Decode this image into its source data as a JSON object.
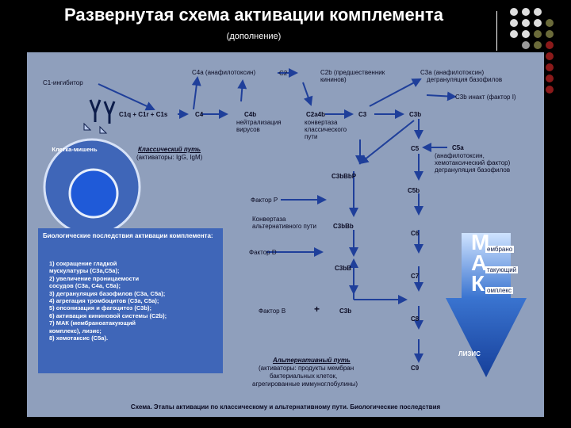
{
  "slide": {
    "title": "Развернутая схема активации комплемента",
    "subtitle": "(дополнение)"
  },
  "diagram": {
    "c1_inhibitor": "С1-ингибитор",
    "c4a": "С4a (анафилотоксин)",
    "c2": "С2",
    "c2b": "С2b (предшественник",
    "c2b_2": "кининов)",
    "c3a": "С3a (анафилотоксин)",
    "c3a_2": "дегрануляция базофилов",
    "c3b_inact": "С3b  инакт (фактор I)",
    "c1": "С1q + C1r + C1s",
    "c4": "С4",
    "c4b": "С4b",
    "c4b_2": "нейтрализация",
    "c4b_3": "вирусов",
    "c2a4b": "С2a4b",
    "c2a4b_2": "конвертаза",
    "c2a4b_3": "классического",
    "c2a4b_4": "пути",
    "c3": "С3",
    "c3b": "С3b",
    "c5": "С5",
    "c5a": "С5a",
    "c5a_2": "(анафилотоксин,",
    "c5a_3": "хемотаксический фактор)",
    "c5a_4": "дегрануляция базофилов",
    "cell": "Клетка-мишень",
    "classical": "Классический путь",
    "classical_2": "(активаторы: IgG, IgM)",
    "c3bbbp": "С3bBbP",
    "c5b": "С5b",
    "factor_p": "Фактор P",
    "convertase": "Конвертаза",
    "convertase_2": "альтернативного пути",
    "c3bbb": "С3bBb",
    "c6": "С6",
    "factor_d": "Фактор D",
    "c3bb": "С3bB",
    "c7": "С7",
    "factor_b": "Фактор B",
    "plus": "+",
    "c3b_alt": "С3b",
    "c8": "С8",
    "alternative": "Альтернативный путь",
    "alternative_2": "(активаторы: продукты мембран",
    "alternative_3": "бактериальных клеток,",
    "alternative_4": "агрегированные иммуноглобулины)",
    "c9": "С9",
    "lysis": "ЛИЗИС",
    "mak": [
      {
        "letter": "М",
        "word": "ембрано"
      },
      {
        "letter": "А",
        "word": "такующий"
      },
      {
        "letter": "К",
        "word": "омплекс"
      }
    ],
    "caption": "Схема. Этапы активации по классическому и альтернативному пути. Биологические последствия"
  },
  "bio_box": {
    "title": "Биологические последствия активации комплемента:",
    "items": "1) сокращение гладкой\n    мускулатуры (С3a,С5a);\n2) увеличение проницаемости\n    сосудов (С3a, С4a, С5a);\n3) дегрануляция базофилов (С3a, С5a);\n4) агрегация тромбоцитов (С3a, С5a);\n5) опсонизация и фагоцитоз (С3b);\n6) активация кининовой системы (С2b);\n7) МАК (мембраноатакующий\n    комплекс), лизис;\n8) хемотаксис (С5a)."
  },
  "colors": {
    "background": "#000000",
    "panel": "#8f9fbc",
    "accent_blue": "#2e5fbf",
    "dot_grey": "#9a9a9a",
    "dot_olive": "#6b6b3a",
    "dot_red": "#8b1a1a"
  }
}
